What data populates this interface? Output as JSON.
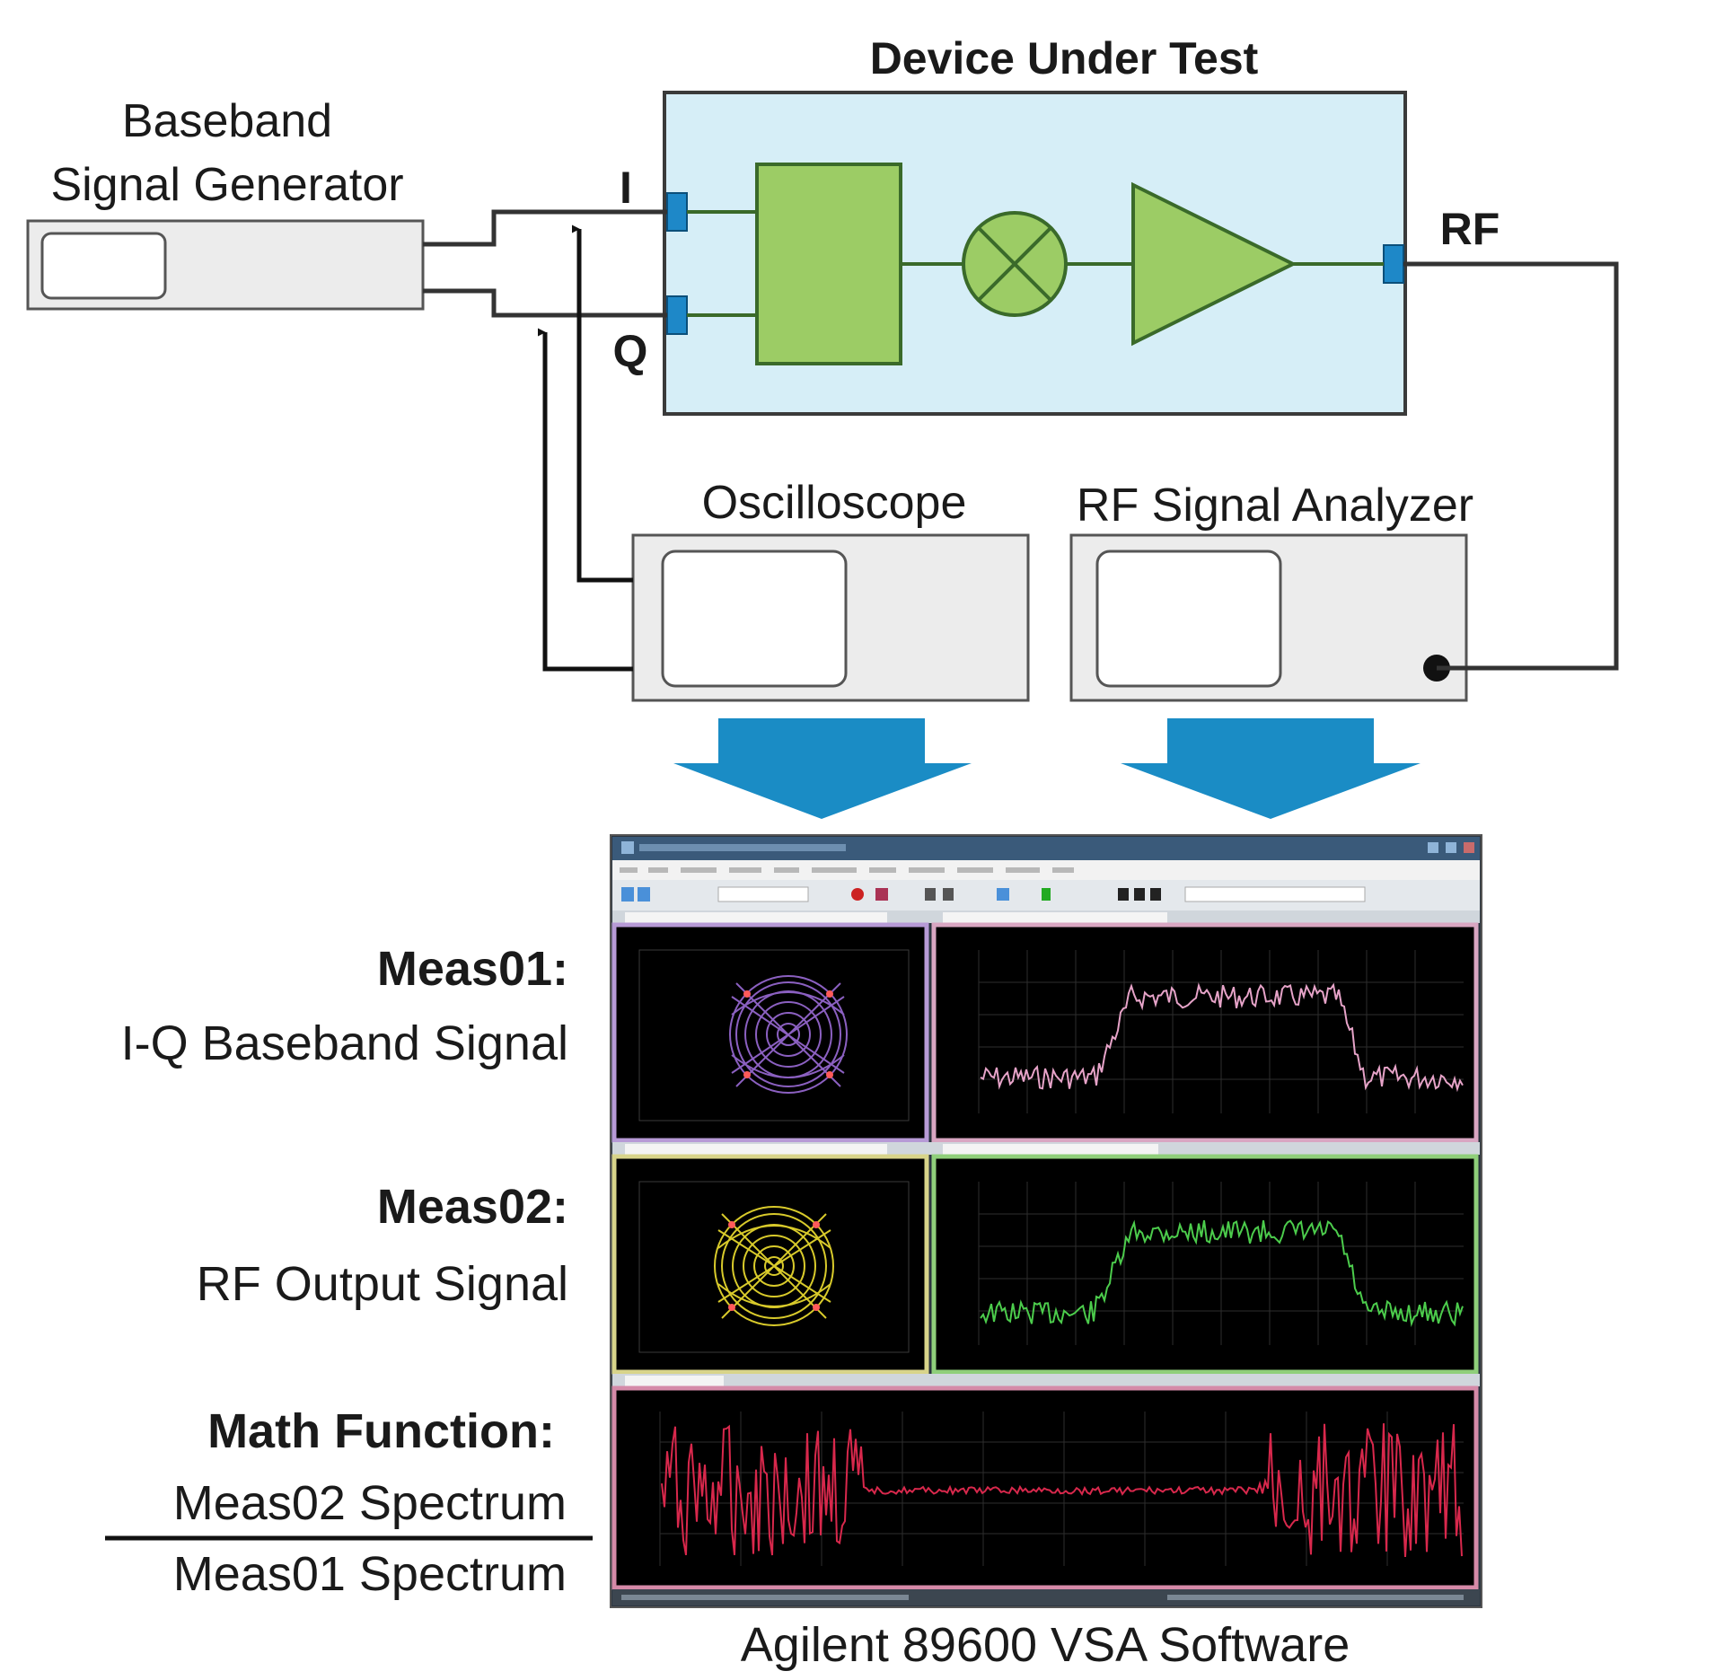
{
  "dut": {
    "title": "Device Under Test",
    "port_i": "I",
    "port_q": "Q",
    "port_rf": "RF"
  },
  "generator": {
    "line1": "Baseband",
    "line2": "Signal Generator"
  },
  "oscilloscope": {
    "title": "Oscilloscope"
  },
  "analyzer": {
    "title": "RF Signal Analyzer"
  },
  "labels": {
    "meas01_title": "Meas01:",
    "meas01_desc": "I-Q Baseband Signal",
    "meas02_title": "Meas02:",
    "meas02_desc": "RF Output Signal",
    "math_title": "Math Function:",
    "math_numerator": "Meas02 Spectrum",
    "math_denominator": "Meas01 Spectrum"
  },
  "software": {
    "caption": "Agilent 89600 VSA Software"
  },
  "colors": {
    "dut_fill": "#d6eef7",
    "component_green": "#9ccc65",
    "port_blue": "#1e88c8",
    "arrow_blue": "#1a8cc5",
    "meas01_trace": "#9b6bd6",
    "meas01_spectrum": "#e6a3c8",
    "meas02_trace": "#f0e030",
    "meas02_spectrum": "#4ccc4c",
    "math_trace": "#d8284c"
  }
}
